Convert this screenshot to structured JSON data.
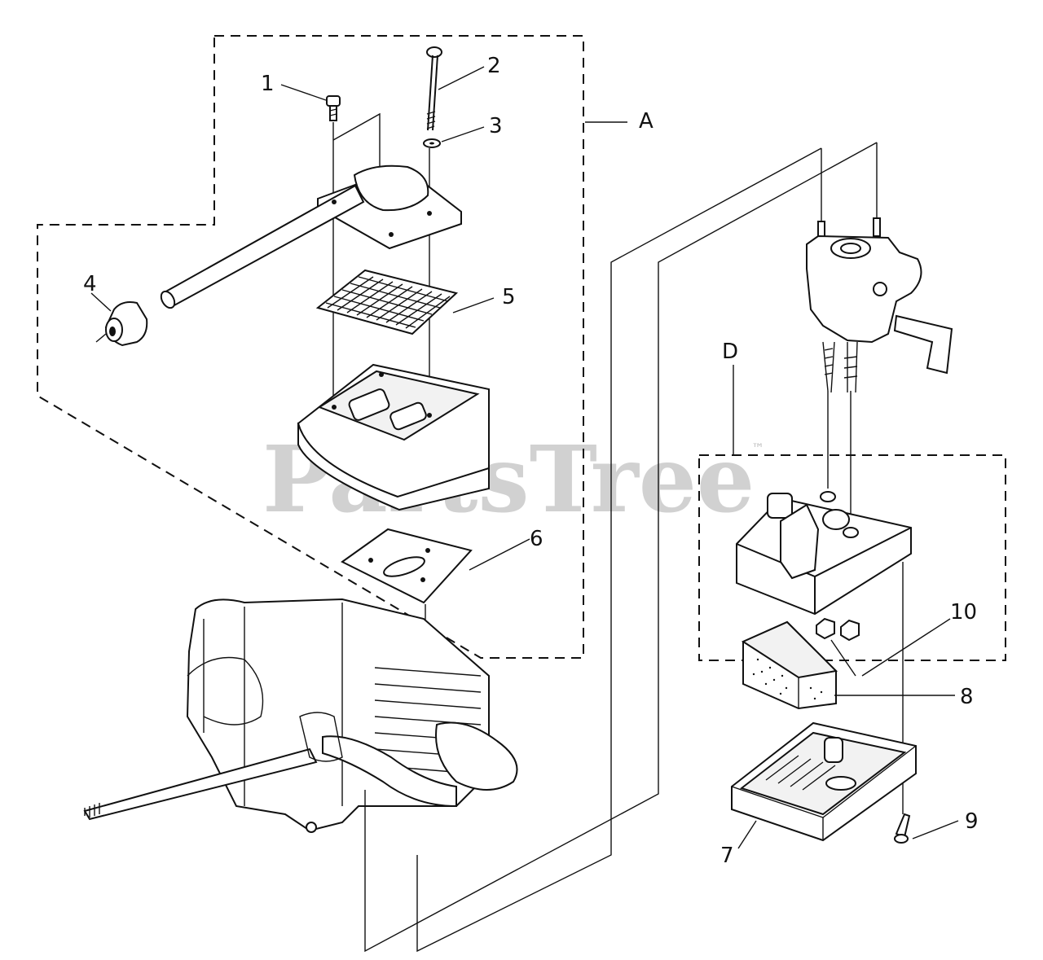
{
  "watermark": {
    "text": "PartsTree",
    "trademark": "™"
  },
  "group_labels": {
    "a": "A",
    "d": "D"
  },
  "callouts": {
    "c1": "1",
    "c2": "2",
    "c3": "3",
    "c4": "4",
    "c5": "5",
    "c6": "6",
    "c7": "7",
    "c8": "8",
    "c9": "9",
    "c10": "10"
  },
  "icons": {
    "screw": "screw-icon",
    "bolt": "bolt-icon",
    "washer": "washer-icon",
    "plug": "plug-icon",
    "screen": "spark-arrestor-screen-icon",
    "muffler": "muffler-body-icon",
    "gasket": "gasket-icon",
    "engine": "engine-cylinder-icon",
    "carburetor": "carburetor-icon",
    "air_cleaner_cover": "air-cleaner-cover-icon",
    "filter": "air-filter-icon",
    "air_cleaner_base": "air-cleaner-base-icon",
    "nut": "nut-icon"
  }
}
